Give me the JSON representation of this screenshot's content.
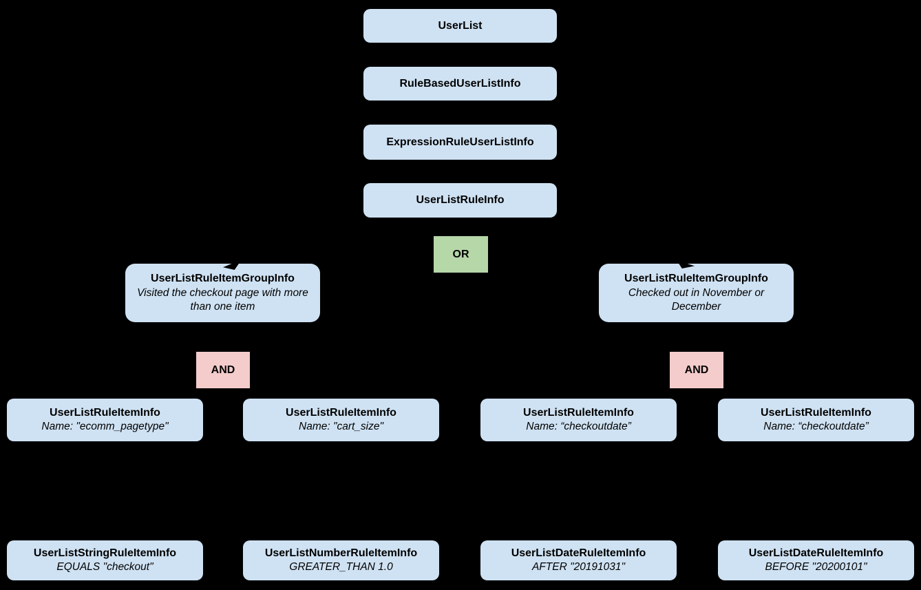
{
  "colors": {
    "background": "#000000",
    "node_fill": "#cfe2f3",
    "or_fill": "#b6d7a8",
    "and_fill": "#f4cccc",
    "text": "#000000"
  },
  "nodes": {
    "userlist": {
      "label": "UserList"
    },
    "rule_based_user_list_info": {
      "label": "RuleBasedUserListInfo"
    },
    "expression_rule_user_list_info": {
      "label": "ExpressionRuleUserListInfo"
    },
    "user_list_rule_info": {
      "label": "UserListRuleInfo"
    },
    "or_operator": {
      "label": "OR"
    },
    "group_left": {
      "label": "UserListRuleItemGroupInfo",
      "sublabel": "Visited the checkout page with more than one item"
    },
    "group_right": {
      "label": "UserListRuleItemGroupInfo",
      "sublabel": "Checked out in November or December"
    },
    "and_left": {
      "label": "AND"
    },
    "and_right": {
      "label": "AND"
    },
    "item_ecomm_pagetype": {
      "label": "UserListRuleItemInfo",
      "sublabel": "Name: \"ecomm_pagetype\""
    },
    "item_cart_size": {
      "label": "UserListRuleItemInfo",
      "sublabel": "Name: \"cart_size\""
    },
    "item_checkoutdate_1": {
      "label": "UserListRuleItemInfo",
      "sublabel": "Name: “checkoutdate”"
    },
    "item_checkoutdate_2": {
      "label": "UserListRuleItemInfo",
      "sublabel": "Name: “checkoutdate”"
    },
    "leaf_string": {
      "label": "UserListStringRuleItemInfo",
      "sublabel": "EQUALS \"checkout\""
    },
    "leaf_number": {
      "label": "UserListNumberRuleItemInfo",
      "sublabel": "GREATER_THAN 1.0"
    },
    "leaf_date_after": {
      "label": "UserListDateRuleItemInfo",
      "sublabel": "AFTER \"20191031\""
    },
    "leaf_date_before": {
      "label": "UserListDateRuleItemInfo",
      "sublabel": "BEFORE \"20200101\""
    }
  }
}
